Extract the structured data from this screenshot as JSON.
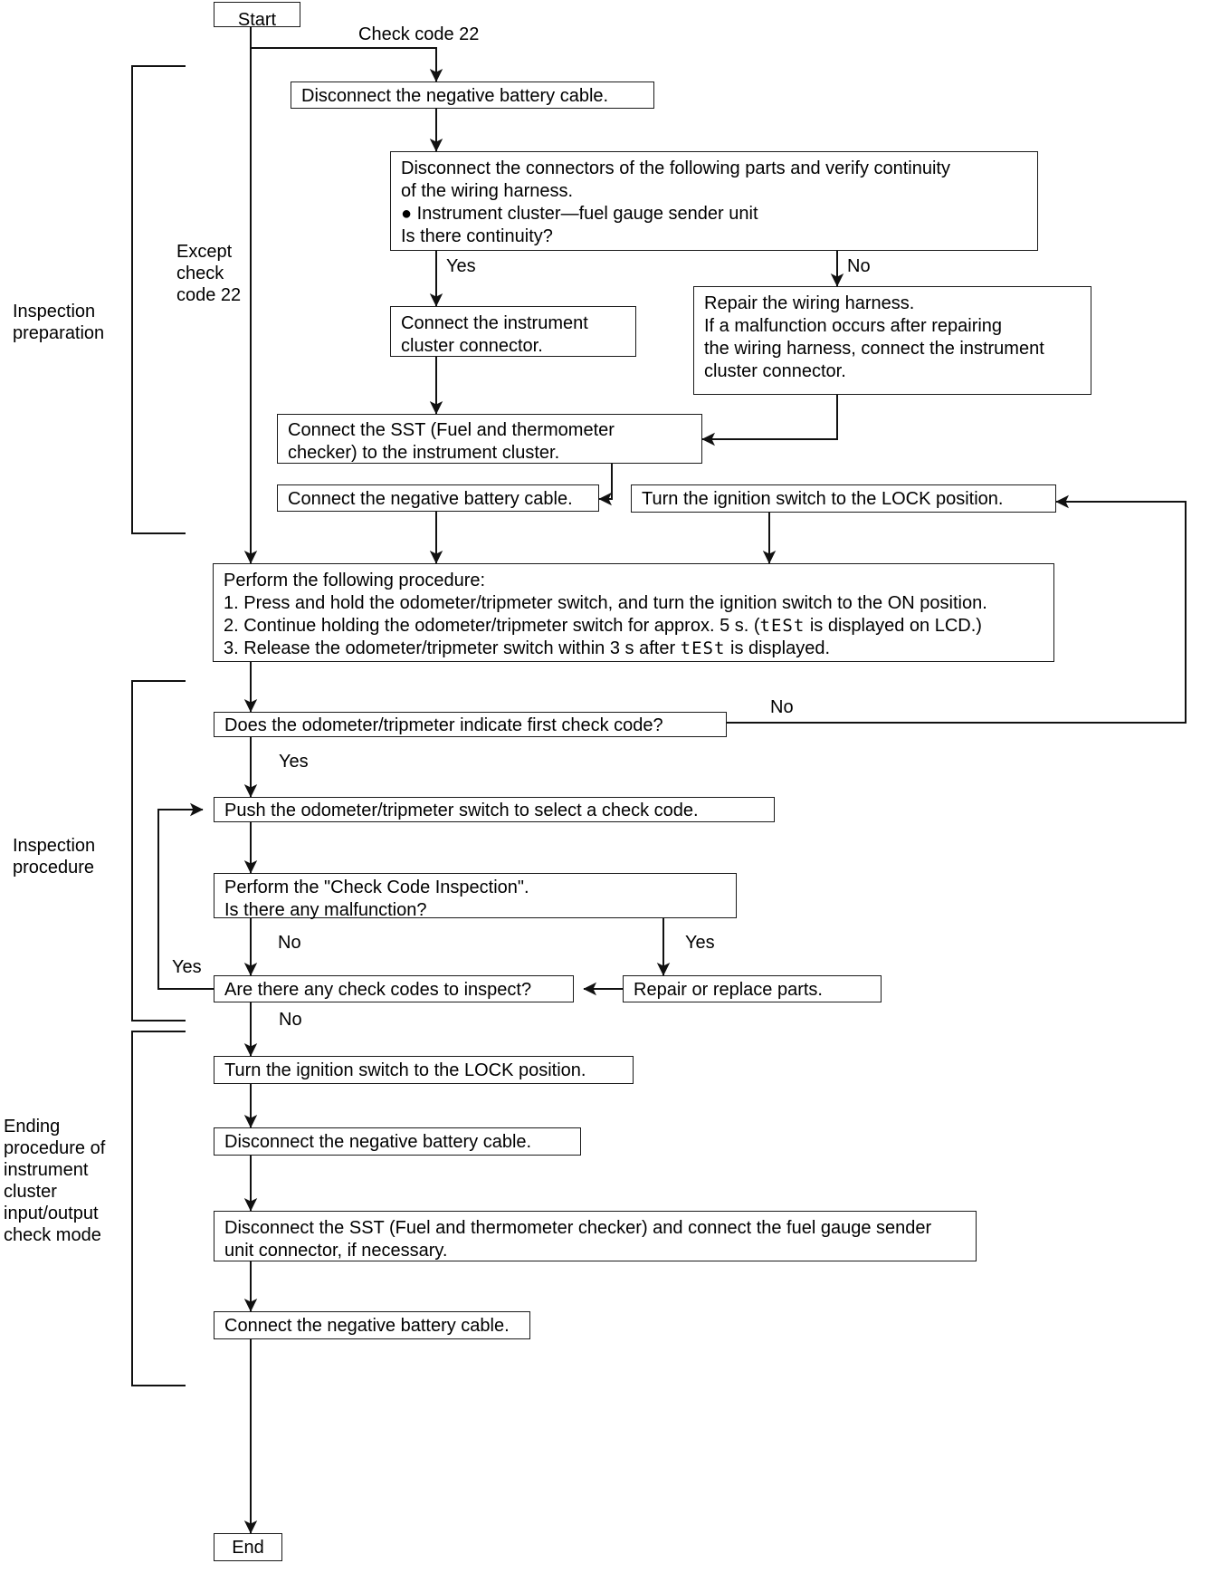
{
  "diagram": {
    "title": "Instrument cluster input/output check mode flowchart",
    "section_labels": [
      {
        "id": "inspection-preparation",
        "text": "Inspection\npreparation"
      },
      {
        "id": "inspection-procedure",
        "text": "Inspection\nprocedure"
      },
      {
        "id": "ending-procedure",
        "text": "Ending\nprocedure of\ninstrument\ncluster\ninput/output\ncheck mode"
      },
      {
        "id": "except-check-code-22",
        "text": "Except\ncheck\ncode 22"
      }
    ],
    "nodes": [
      {
        "id": "start",
        "text": "Start"
      },
      {
        "id": "disconnect-neg-battery-1",
        "text": "Disconnect the negative battery cable."
      },
      {
        "id": "verify-continuity",
        "text": "Disconnect the connectors of the following parts and verify continuity\nof the wiring harness.\n● Instrument cluster—fuel gauge sender unit\nIs there continuity?"
      },
      {
        "id": "connect-cluster-connector",
        "text": "Connect the instrument\ncluster connector."
      },
      {
        "id": "repair-wiring-harness",
        "text": "Repair the wiring harness.\nIf a malfunction occurs after repairing\nthe wiring harness, connect the instrument\ncluster connector."
      },
      {
        "id": "connect-sst",
        "text": "Connect the SST (Fuel and thermometer\nchecker) to the instrument cluster."
      },
      {
        "id": "connect-neg-battery-1",
        "text": "Connect the negative battery cable."
      },
      {
        "id": "ignition-lock-1",
        "text": "Turn the ignition switch to the LOCK position."
      },
      {
        "id": "perform-procedure",
        "text": "",
        "lines": [
          "Perform the following procedure:",
          "1. Press and hold the odometer/tripmeter switch, and turn the ignition switch to the ON position.",
          "2. Continue holding the odometer/tripmeter switch for approx. 5 s. (ʇE5ʇ is displayed on LCD.)",
          "3. Release the odometer/tripmeter switch within 3 s after ʇE5ʇ is displayed."
        ],
        "line1": "Perform the following procedure:",
        "line2_a": "1. Press and hold the odometer/tripmeter switch, and turn the ignition switch to the ON position.",
        "line3_a": "2. Continue holding the odometer/tripmeter switch for approx. 5 s. (",
        "line3_lcd": "tESt",
        "line3_b": " is displayed on LCD.)",
        "line4_a": "3. Release the odometer/tripmeter switch within 3 s after ",
        "line4_lcd": "tESt",
        "line4_b": " is displayed."
      },
      {
        "id": "indicate-first-check-code",
        "text": "Does the odometer/tripmeter indicate first check code?"
      },
      {
        "id": "push-switch-select-code",
        "text": "Push the odometer/tripmeter switch to select a check code."
      },
      {
        "id": "check-code-inspection",
        "text": "Perform the \"Check Code Inspection\".\nIs there any malfunction?"
      },
      {
        "id": "any-check-codes-to-inspect",
        "text": "Are there any check codes to inspect?"
      },
      {
        "id": "repair-or-replace-parts",
        "text": "Repair or replace parts."
      },
      {
        "id": "ignition-lock-2",
        "text": "Turn the ignition switch to the LOCK position."
      },
      {
        "id": "disconnect-neg-battery-2",
        "text": "Disconnect the negative battery cable."
      },
      {
        "id": "disconnect-sst",
        "text": "Disconnect the SST (Fuel and thermometer checker) and connect the fuel gauge sender\nunit connector, if necessary."
      },
      {
        "id": "connect-neg-battery-2",
        "text": "Connect the negative battery cable."
      },
      {
        "id": "end",
        "text": "End"
      }
    ],
    "edge_labels": [
      {
        "id": "check-code-22",
        "text": "Check code 22"
      },
      {
        "id": "continuity-yes",
        "text": "Yes"
      },
      {
        "id": "continuity-no",
        "text": "No"
      },
      {
        "id": "first-code-no",
        "text": "No"
      },
      {
        "id": "first-code-yes",
        "text": "Yes"
      },
      {
        "id": "malfunction-no",
        "text": "No"
      },
      {
        "id": "malfunction-yes",
        "text": "Yes"
      },
      {
        "id": "codes-loop-yes",
        "text": "Yes"
      },
      {
        "id": "codes-no",
        "text": "No"
      }
    ],
    "colors": {
      "stroke": "#1a1a1a",
      "text": "#000000",
      "background": "#ffffff"
    }
  }
}
